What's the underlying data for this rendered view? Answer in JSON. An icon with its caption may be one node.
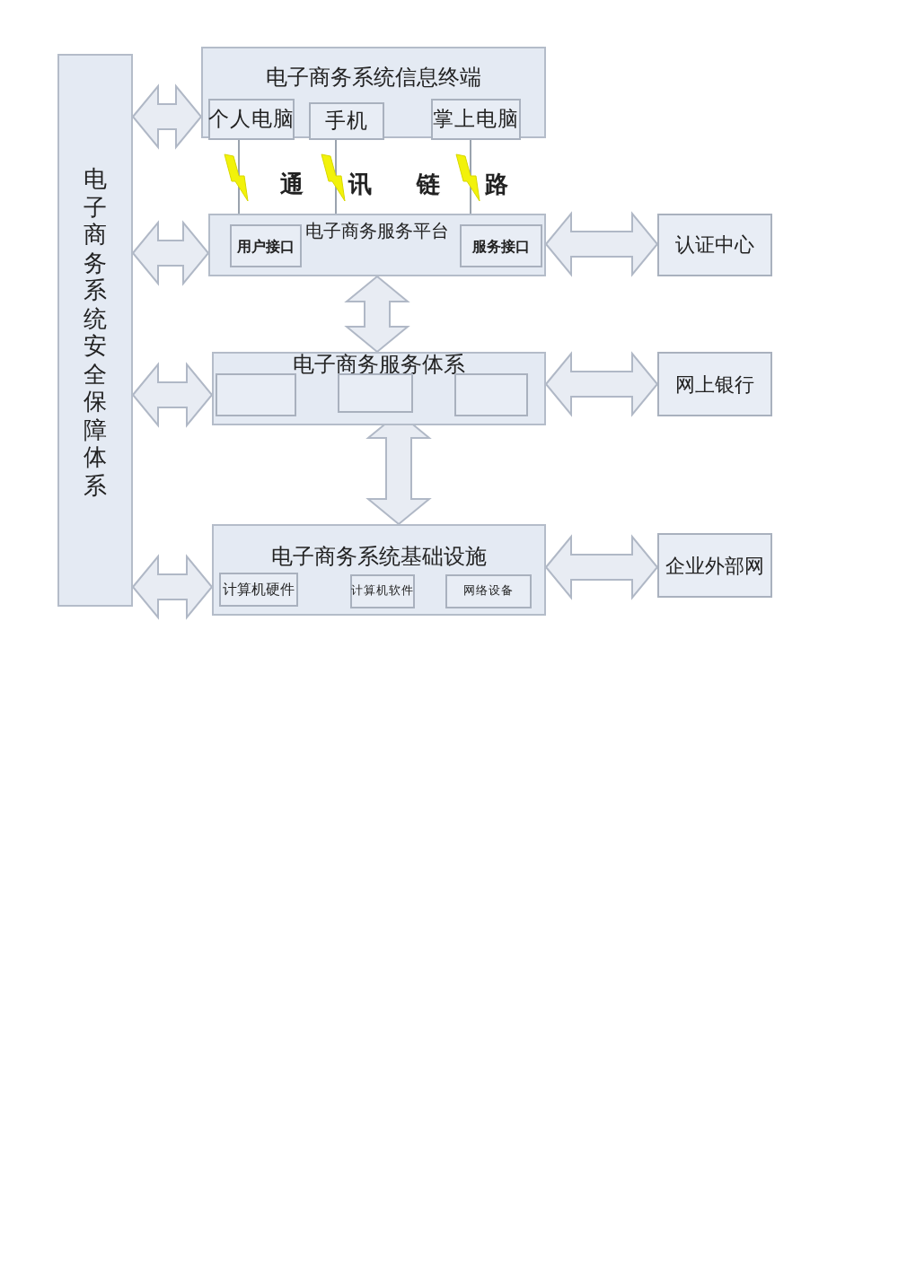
{
  "diagram": {
    "nodes": [
      {
        "text": [
          "电子商务系统安全保障体系"
        ]
      },
      {
        "text": [
          "电子商务系统信息终端"
        ]
      },
      {
        "text": [
          "个人电脑"
        ],
        "in": 1
      },
      {
        "text": [
          "手机"
        ],
        "in": 1
      },
      {
        "text": [
          "掌上电脑"
        ],
        "in": 1
      },
      {
        "text": [
          "电子商务服务平台"
        ]
      },
      {
        "text": [
          "用户接口"
        ],
        "in": 5
      },
      {
        "text": [
          "服务接口"
        ],
        "in": 5
      },
      {
        "text": [
          "认证中心"
        ]
      },
      {
        "text": [
          "电子商务服务体系"
        ]
      },
      {
        "text": [],
        "shape": "box",
        "in": 9
      },
      {
        "text": [],
        "shape": "box",
        "in": 9
      },
      {
        "text": [],
        "shape": "box",
        "in": 9
      },
      {
        "text": [
          "网上银行"
        ]
      },
      {
        "text": [
          "电子商务系统基础设施"
        ]
      },
      {
        "text": [
          "计算机硬件"
        ],
        "in": 14
      },
      {
        "text": [
          "计算机软件"
        ],
        "in": 14
      },
      {
        "text": [
          "网络设备"
        ],
        "in": 14
      },
      {
        "text": [
          "企业外部网"
        ]
      }
    ],
    "edges": [
      {
        "from": 0,
        "to": 1,
        "arrow": "both"
      },
      {
        "from": 0,
        "to": 5,
        "arrow": "both"
      },
      {
        "from": 0,
        "to": 9,
        "arrow": "both"
      },
      {
        "from": 0,
        "to": 14,
        "arrow": "both"
      },
      {
        "from": 5,
        "to": 8,
        "arrow": "both"
      },
      {
        "from": 9,
        "to": 13,
        "arrow": "both"
      },
      {
        "from": 14,
        "to": 18,
        "arrow": "both"
      },
      {
        "from": 5,
        "to": 9,
        "arrow": "both"
      },
      {
        "from": 11,
        "to": 14,
        "arrow": "both"
      },
      {
        "from": 2,
        "to": 6,
        "arrow": "none"
      },
      {
        "from": 3,
        "to": 5,
        "arrow": "none"
      },
      {
        "from": 4,
        "to": 7,
        "arrow": "none"
      }
    ],
    "labels": [
      "通讯链路"
    ]
  }
}
